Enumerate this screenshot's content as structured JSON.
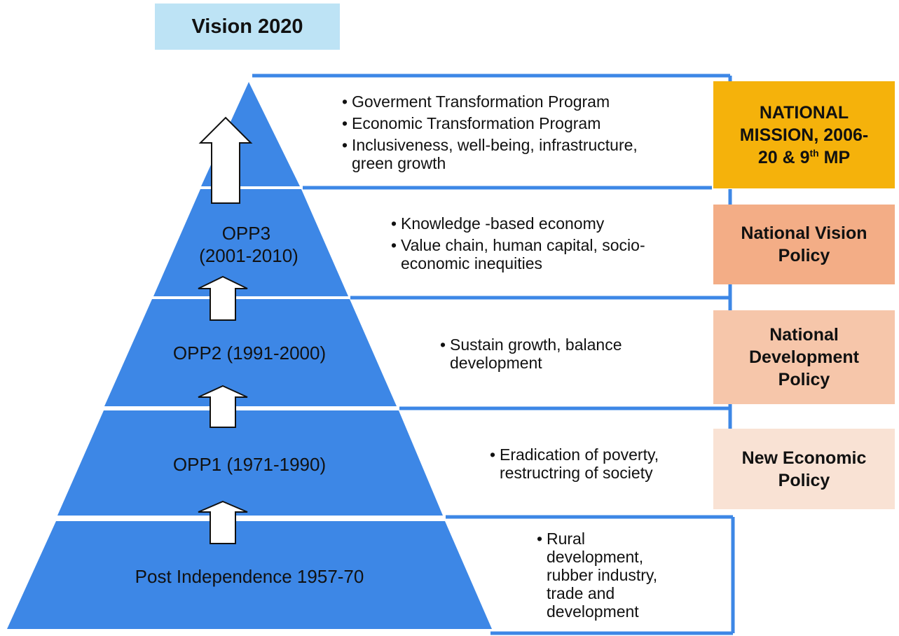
{
  "title": "Vision 2020",
  "tiers": [
    {
      "label": "",
      "bullets": [
        "Goverment Transformation Program",
        "Economic Transformation Program",
        "Inclusiveness, well-being, infrastructure, green growth"
      ]
    },
    {
      "label": "OPP3\n(2001-2010)",
      "bullets": [
        "Knowledge -based economy",
        "Value chain, human capital, socio-economic inequities"
      ]
    },
    {
      "label": "OPP2 (1991-2000)",
      "bullets": [
        "Sustain growth, balance development"
      ]
    },
    {
      "label": "OPP1 (1971-1990)",
      "bullets": [
        "Eradication of poverty, restructring of society"
      ]
    },
    {
      "label": "Post Independence 1957-70",
      "bullets": [
        "Rural development, rubber industry, trade and development"
      ]
    }
  ],
  "policies": [
    {
      "text": "NATIONAL MISSION, 2006-20 & 9",
      "sup": "th",
      "tail": "MP",
      "color": "#f5b20b"
    },
    {
      "text": "National Vision Policy",
      "sup": "",
      "tail": "",
      "color": "#f3ad86"
    },
    {
      "text": "National Development Policy",
      "sup": "",
      "tail": "",
      "color": "#f6c6aa"
    },
    {
      "text": "New Economic Policy",
      "sup": "",
      "tail": "",
      "color": "#f9e2d4"
    }
  ],
  "colors": {
    "pyramid": "#3d87e6",
    "outline": "#3d87e6",
    "arrow_fill": "#ffffff"
  }
}
